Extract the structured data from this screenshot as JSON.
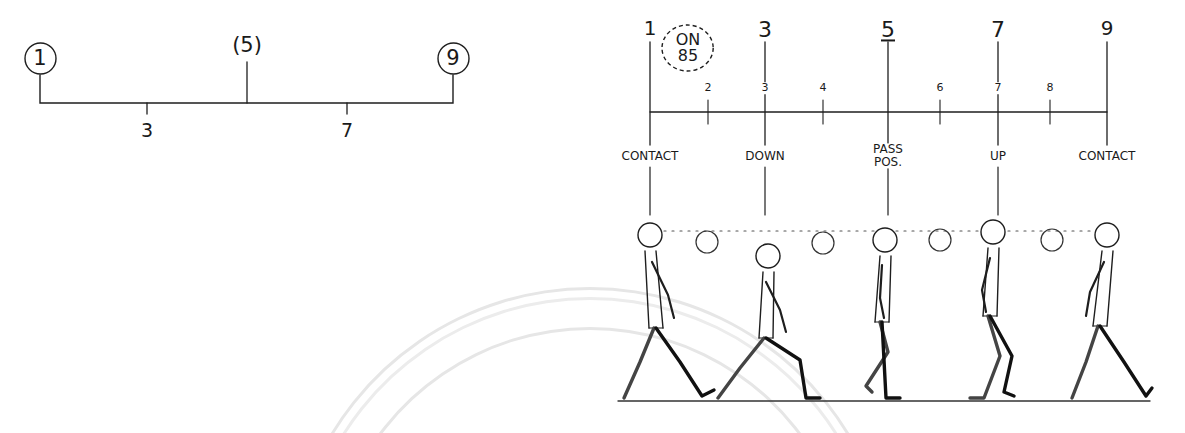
{
  "diagram": {
    "nodes": [
      {
        "text": [
          "1"
        ]
      },
      {
        "text": [
          "9"
        ]
      },
      {
        "text": [
          "ON 85"
        ]
      }
    ],
    "edges": [
      {
        "from": 0,
        "to": 1,
        "arrow": "none"
      }
    ],
    "labels": [
      "(5)",
      "3",
      "7",
      "1",
      "3",
      "5",
      "7",
      "9",
      "2",
      "3",
      "4",
      "6",
      "7",
      "8",
      "CONTACT",
      "DOWN",
      "PASS POS.",
      "UP",
      "CONTACT"
    ]
  }
}
